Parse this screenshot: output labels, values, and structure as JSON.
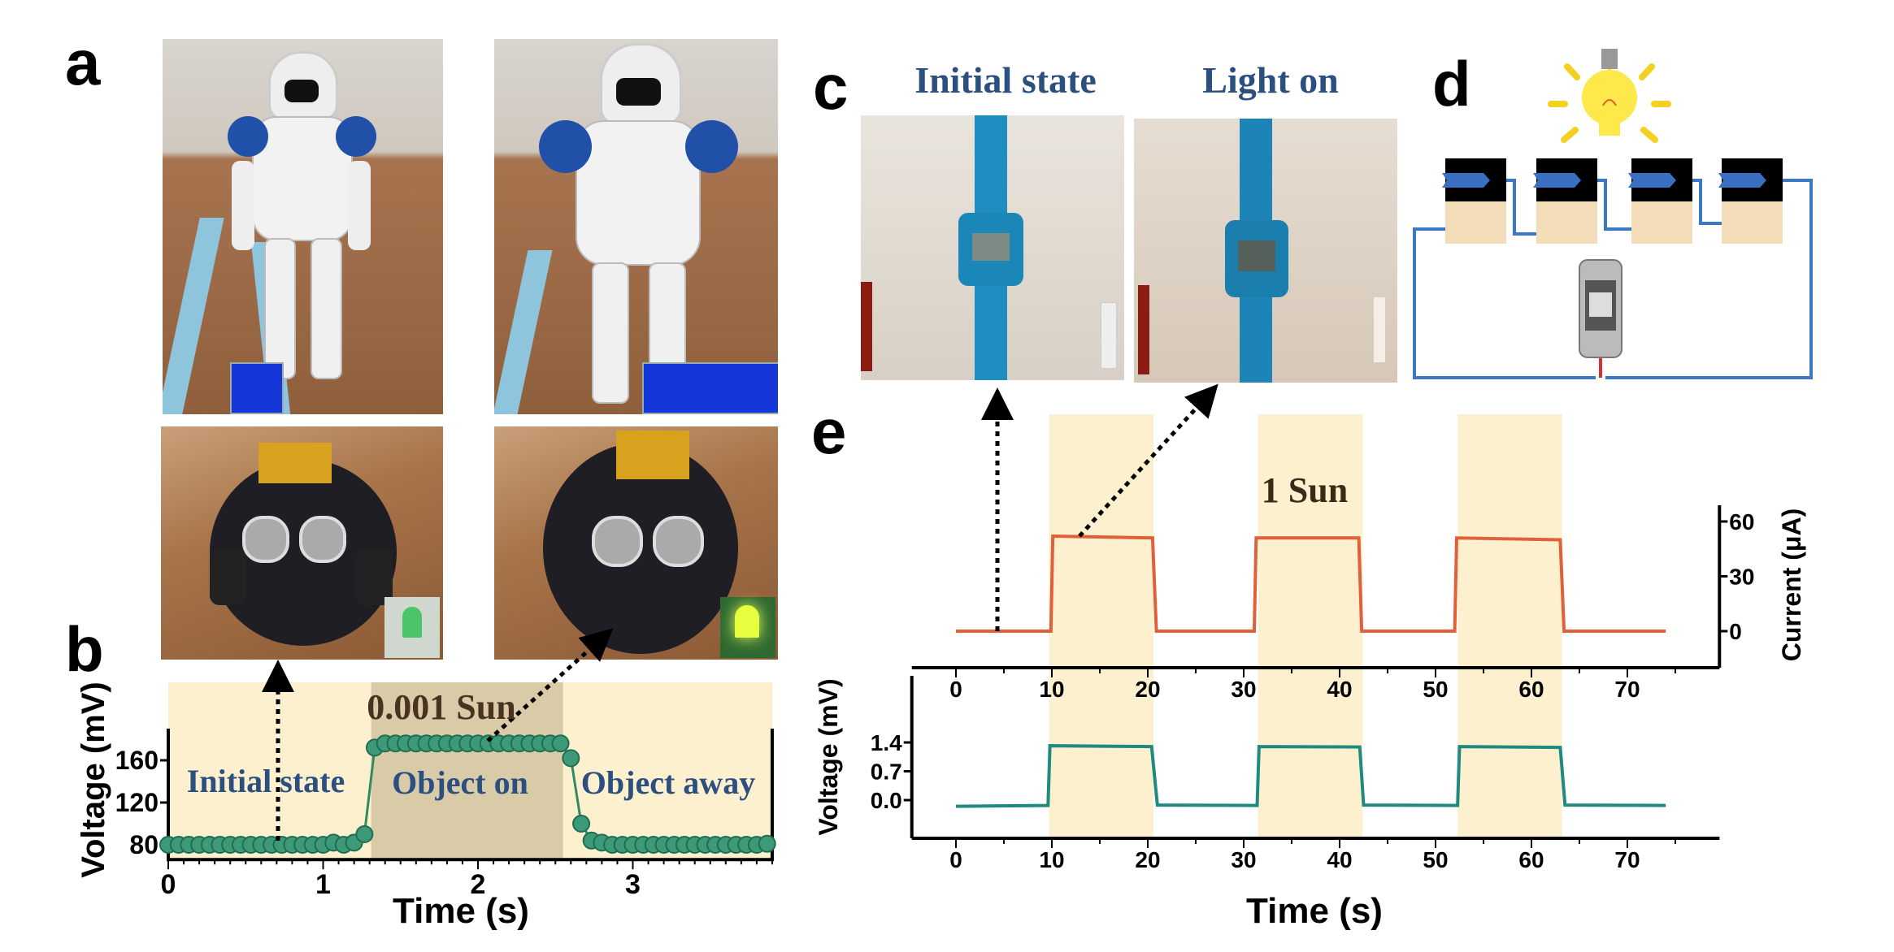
{
  "panel_labels": {
    "a": "a",
    "b": "b",
    "c": "c",
    "d": "d",
    "e": "e"
  },
  "panel_c": {
    "title_left": "Initial state",
    "title_right": "Light on"
  },
  "colors": {
    "shade_light": "#fdf0cf",
    "shade_dark": "#d9cba8",
    "current": "#e0603a",
    "voltage_e": "#1f8a80",
    "voltage_b": "#3d9a78",
    "label_blue": "#2b4f7e",
    "annotation": "#4a3220",
    "wire": "#3d78c4"
  },
  "chart_data": [
    {
      "id": "panel-b",
      "type": "scatter",
      "title": "",
      "xlabel": "Time (s)",
      "ylabel": "Voltage (mV)",
      "xlim": [
        0,
        3.9
      ],
      "ylim": [
        66,
        190
      ],
      "xticks": [
        0,
        1,
        2,
        3
      ],
      "yticks": [
        80,
        120,
        160
      ],
      "regions": [
        {
          "label": "Initial state",
          "x": [
            0,
            1.31
          ],
          "shade": "light"
        },
        {
          "label": "Object on",
          "x": [
            1.31,
            2.55
          ],
          "shade": "dark"
        },
        {
          "label": "Object away",
          "x": [
            2.55,
            3.9
          ],
          "shade": "light"
        }
      ],
      "annotation": "0.001 Sun",
      "series": [
        {
          "name": "Voltage",
          "x": [
            0,
            0.067,
            0.133,
            0.2,
            0.267,
            0.333,
            0.4,
            0.467,
            0.533,
            0.6,
            0.667,
            0.733,
            0.8,
            0.867,
            0.933,
            1.0,
            1.067,
            1.133,
            1.2,
            1.267,
            1.333,
            1.4,
            1.467,
            1.533,
            1.6,
            1.667,
            1.733,
            1.8,
            1.867,
            1.933,
            2.0,
            2.067,
            2.133,
            2.2,
            2.267,
            2.333,
            2.4,
            2.467,
            2.533,
            2.6,
            2.667,
            2.733,
            2.8,
            2.867,
            2.933,
            3.0,
            3.067,
            3.133,
            3.2,
            3.267,
            3.333,
            3.4,
            3.467,
            3.533,
            3.6,
            3.667,
            3.733,
            3.8,
            3.867
          ],
          "y": [
            80,
            80,
            80,
            80,
            80,
            80,
            80,
            80,
            80,
            80,
            80,
            80,
            80,
            80,
            80,
            80,
            82,
            80,
            82,
            90,
            172,
            176,
            176,
            176,
            176,
            176,
            176,
            176,
            176,
            176,
            176,
            176,
            176,
            176,
            176,
            176,
            176,
            176,
            176,
            162,
            100,
            84,
            82,
            80,
            80,
            80,
            80,
            80,
            80,
            80,
            80,
            80,
            80,
            80,
            80,
            80,
            80,
            80,
            81
          ]
        }
      ]
    },
    {
      "id": "panel-e-current",
      "type": "line",
      "title": "",
      "xlabel": "",
      "ylabel": "Current (μA)",
      "xlim": [
        -4.6,
        79.6
      ],
      "ylim": [
        -20,
        69
      ],
      "xticks": [
        0,
        10,
        20,
        30,
        40,
        50,
        60,
        70
      ],
      "yticks": [
        0,
        30,
        60
      ],
      "illuminated": [
        [
          9.7,
          20.6
        ],
        [
          31.5,
          42.4
        ],
        [
          52.3,
          63.2
        ]
      ],
      "annotation": "1 Sun",
      "series": [
        {
          "name": "Current",
          "x": [
            0,
            9.9,
            10.1,
            20.5,
            20.9,
            31.1,
            31.3,
            42.0,
            42.3,
            52.0,
            52.2,
            63.0,
            63.4,
            74
          ],
          "y": [
            0,
            0,
            52,
            51,
            0,
            0,
            51,
            51,
            0,
            0,
            51,
            50,
            0,
            0
          ]
        }
      ]
    },
    {
      "id": "panel-e-voltage",
      "type": "line",
      "title": "",
      "xlabel": "Time (s)",
      "ylabel": "Voltage (mV)",
      "xlim": [
        -4.6,
        79.6
      ],
      "ylim": [
        -0.93,
        3.0
      ],
      "xticks": [
        0,
        10,
        20,
        30,
        40,
        50,
        60,
        70
      ],
      "yticks": [
        0.0,
        0.7,
        1.4
      ],
      "ytick_labels": [
        "0.0",
        "0.7",
        "1.4"
      ],
      "illuminated": [
        [
          9.7,
          20.6
        ],
        [
          31.5,
          42.4
        ],
        [
          52.3,
          63.2
        ]
      ],
      "series": [
        {
          "name": "Voltage",
          "x": [
            0,
            9.6,
            9.8,
            20.4,
            21.0,
            31.4,
            31.6,
            42.1,
            42.5,
            52.3,
            52.5,
            63.0,
            63.5,
            74
          ],
          "y": [
            -0.15,
            -0.13,
            1.32,
            1.3,
            -0.12,
            -0.13,
            1.3,
            1.29,
            -0.12,
            -0.13,
            1.3,
            1.28,
            -0.12,
            -0.13
          ]
        }
      ]
    }
  ]
}
